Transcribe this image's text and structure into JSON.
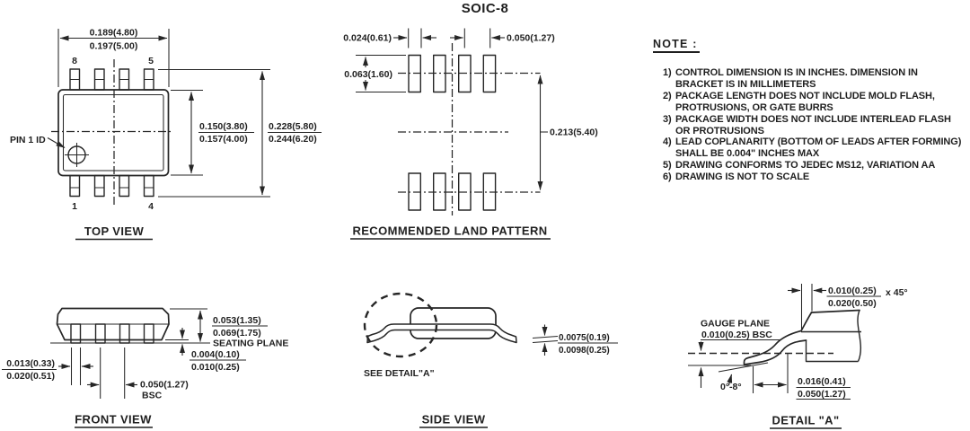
{
  "colors": {
    "ink": "#262626",
    "background": "#ffffff"
  },
  "title": "SOIC-8",
  "top_view": {
    "label": "TOP VIEW",
    "pin1_id": "PIN 1 ID",
    "pins": {
      "tl": "8",
      "tr": "5",
      "bl": "1",
      "br": "4"
    },
    "dims": {
      "width_top": [
        "0.189(4.80)",
        "0.197(5.00)"
      ],
      "body_width": [
        "0.150(3.80)",
        "0.157(4.00)"
      ],
      "lead_span": [
        "0.228(5.80)",
        "0.244(6.20)"
      ]
    }
  },
  "land_pattern": {
    "label": "RECOMMENDED LAND PATTERN",
    "dims": {
      "pad_width": "0.024(0.61)",
      "pitch": "0.050(1.27)",
      "pad_height": "0.063(1.60)",
      "row_span": "0.213(5.40)"
    }
  },
  "notes": {
    "heading": "NOTE :",
    "items": [
      {
        "num": "1)",
        "lines": [
          "CONTROL DIMENSION IS IN INCHES. DIMENSION IN",
          "BRACKET IS IN MILLIMETERS"
        ]
      },
      {
        "num": "2)",
        "lines": [
          "PACKAGE LENGTH DOES NOT INCLUDE MOLD FLASH,",
          "PROTRUSIONS, OR GATE BURRS"
        ]
      },
      {
        "num": "3)",
        "lines": [
          "PACKAGE WIDTH DOES NOT INCLUDE INTERLEAD FLASH",
          "OR PROTRUSIONS"
        ]
      },
      {
        "num": "4)",
        "lines": [
          "LEAD COPLANARITY (BOTTOM OF LEADS AFTER FORMING)",
          "SHALL BE 0.004\" INCHES MAX"
        ]
      },
      {
        "num": "5)",
        "lines": [
          "DRAWING CONFORMS TO JEDEC MS12, VARIATION AA"
        ]
      },
      {
        "num": "6)",
        "lines": [
          "DRAWING IS NOT TO SCALE"
        ]
      }
    ]
  },
  "front_view": {
    "label": "FRONT VIEW",
    "seating_plane": "SEATING PLANE",
    "dims": {
      "height": [
        "0.053(1.35)",
        "0.069(1.75)"
      ],
      "standoff": [
        "0.004(0.10)",
        "0.010(0.25)"
      ],
      "lead_width": [
        "0.013(0.33)",
        "0.020(0.51)"
      ],
      "pitch": "0.050(1.27)",
      "pitch_qualifier": "BSC"
    }
  },
  "side_view": {
    "label": "SIDE VIEW",
    "callout": "SEE DETAIL\"A\"",
    "dims": {
      "lead_thickness": [
        "0.0075(0.19)",
        "0.0098(0.25)"
      ]
    }
  },
  "detail_a": {
    "label": "DETAIL  \"A\"",
    "gauge_plane": [
      "GAUGE PLANE",
      "0.010(0.25) BSC"
    ],
    "dims": {
      "chamfer": [
        "0.010(0.25)",
        "0.020(0.50)"
      ],
      "chamfer_angle": "x 45°",
      "lead_angle": "0°-8°",
      "foot_length": [
        "0.016(0.41)",
        "0.050(1.27)"
      ]
    }
  }
}
